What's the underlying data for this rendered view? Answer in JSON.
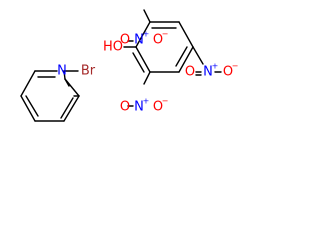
{
  "colors": {
    "bond": "#000000",
    "carbon_label": "#000000",
    "nitrogen": "#0000ff",
    "oxygen": "#ff0000",
    "bromine": "#a52a2a"
  },
  "molecules": {
    "bromopyridine": {
      "n_label": "N",
      "br_label": "Br"
    },
    "picric_acid": {
      "oh_label": "HO",
      "nitro_top": {
        "o_left": "O",
        "n": "N",
        "n_charge": "+",
        "o_right": "O",
        "o_charge": "−"
      },
      "nitro_right": {
        "o_left": "O",
        "n": "N",
        "n_charge": "+",
        "o_right": "O",
        "o_charge": "−"
      },
      "nitro_bottom": {
        "o_left": "O",
        "n": "N",
        "n_charge": "+",
        "o_right": "O",
        "o_charge": "−"
      }
    }
  }
}
